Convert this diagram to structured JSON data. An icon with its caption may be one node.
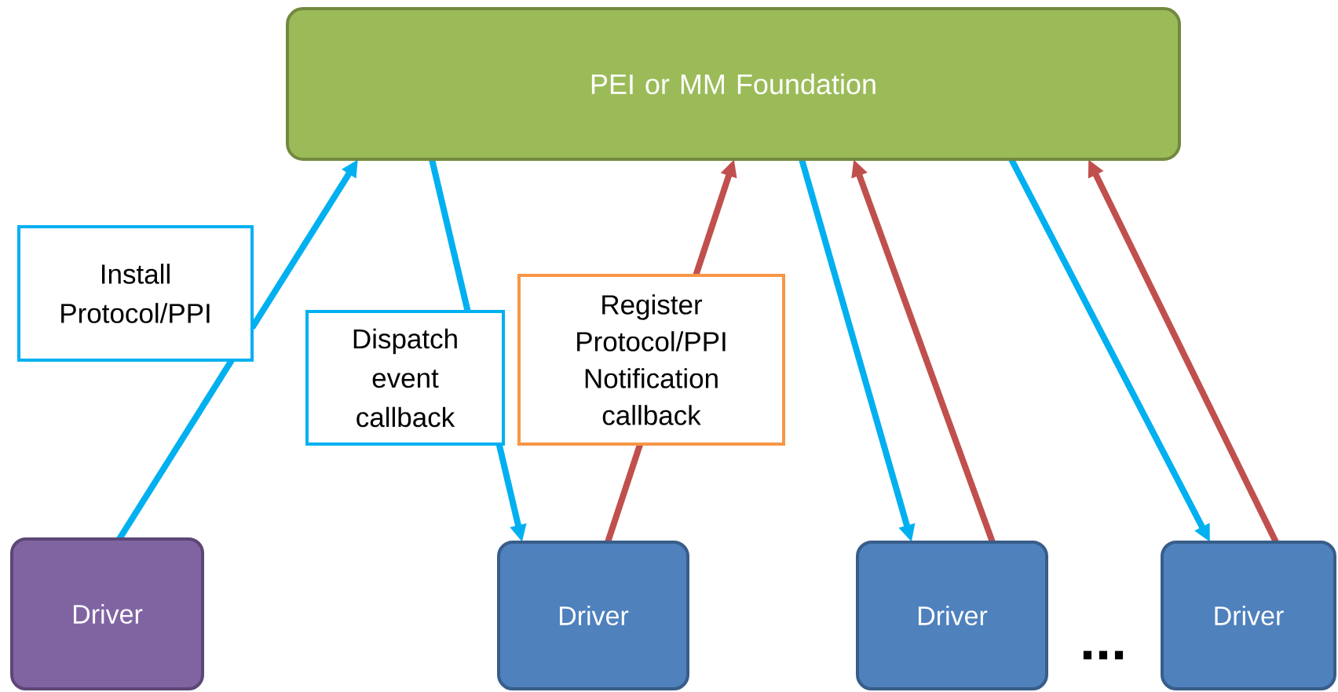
{
  "diagram": {
    "nodes": [
      {
        "text": [
          "PEI or MM Foundation"
        ]
      },
      {
        "text": [
          "Install Protocol/PPI"
        ]
      },
      {
        "text": [
          "Driver"
        ]
      },
      {
        "text": [
          "Dispatch event callback"
        ]
      },
      {
        "text": [
          "Driver"
        ]
      },
      {
        "text": [
          "Register Protocol/PPI Notification callback"
        ]
      },
      {
        "text": [
          "Driver"
        ]
      },
      {
        "text": [
          "Driver"
        ]
      }
    ],
    "edges": [
      {
        "from": 2,
        "to": 1,
        "arrow": "none"
      },
      {
        "from": 1,
        "to": 0,
        "arrow": "to"
      },
      {
        "from": 0,
        "to": 3,
        "arrow": "none"
      },
      {
        "from": 3,
        "to": 4,
        "arrow": "to"
      },
      {
        "from": 4,
        "to": 5,
        "arrow": "none",
        "color": "#c0504d"
      },
      {
        "from": 5,
        "to": 0,
        "arrow": "to",
        "color": "#c0504d"
      },
      {
        "from": 0,
        "to": 6,
        "arrow": "to"
      },
      {
        "from": 6,
        "to": 0,
        "arrow": "to",
        "color": "#c0504d"
      },
      {
        "from": 0,
        "to": 7,
        "arrow": "to"
      },
      {
        "from": 7,
        "to": 0,
        "arrow": "to",
        "color": "#c0504d"
      }
    ],
    "labels": [
      "..."
    ]
  }
}
